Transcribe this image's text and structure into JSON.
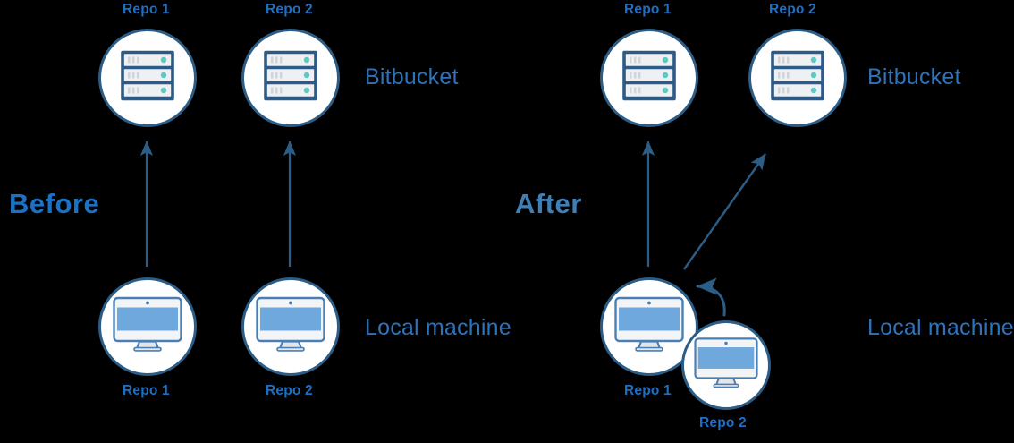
{
  "diagram": {
    "title_before": "Before",
    "title_after": "After",
    "row_labels": {
      "top": "Bitbucket",
      "bottom": "Local machine"
    },
    "before": {
      "phase_label": "Before",
      "remote": [
        {
          "label": "Repo 1",
          "icon": "server-icon"
        },
        {
          "label": "Repo 2",
          "icon": "server-icon"
        }
      ],
      "local": [
        {
          "label": "Repo 1",
          "icon": "monitor-icon"
        },
        {
          "label": "Repo 2",
          "icon": "monitor-icon"
        }
      ],
      "remote_row_label": "Bitbucket",
      "local_row_label": "Local machine",
      "arrows": [
        {
          "name": "push-arrow-repo1",
          "direction": "up"
        },
        {
          "name": "push-arrow-repo2",
          "direction": "up"
        }
      ]
    },
    "after": {
      "phase_label": "After",
      "remote": [
        {
          "label": "Repo 1",
          "icon": "server-icon"
        },
        {
          "label": "Repo 2",
          "icon": "server-icon"
        }
      ],
      "local": [
        {
          "label": "Repo 1",
          "icon": "monitor-icon"
        },
        {
          "label": "Repo 2",
          "icon": "monitor-icon"
        }
      ],
      "remote_row_label": "Bitbucket",
      "local_row_label": "Local machine",
      "arrows": [
        {
          "name": "push-arrow-repo1",
          "direction": "up"
        },
        {
          "name": "push-arrow-repo2",
          "direction": "up-right-diagonal"
        },
        {
          "name": "submodule-curved-arrow",
          "direction": "curved-up-left"
        }
      ]
    }
  },
  "colors": {
    "background": "#000000",
    "circle_fill": "#ffffff",
    "circle_stroke": "#2b5d86",
    "arrow": "#2b5d86",
    "label_blue": "#1e6fc4",
    "row_label_blue": "#2f72b8",
    "phase_before_blue": "#1b72c4",
    "phase_after_blue": "#3f7fb5",
    "server_border": "#2d5b88",
    "server_fill": "#eef0f2",
    "server_dot_teal": "#5cc9c4",
    "server_bar": "#cdd4da",
    "monitor_border": "#4a7fb5",
    "monitor_screen": "#6fa8dc",
    "monitor_bezel": "#f2f4f6",
    "monitor_stand": "#e3e7ea"
  }
}
